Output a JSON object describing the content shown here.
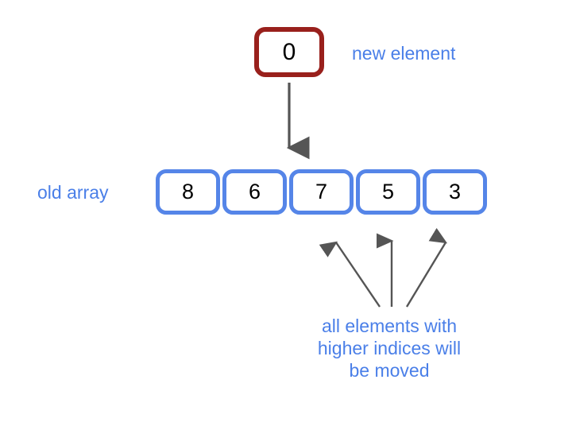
{
  "diagram": {
    "title_text_color": "#4a7fe8",
    "background": "#ffffff",
    "new_element": {
      "value": "0",
      "label": "new element",
      "border_color": "#99201c"
    },
    "old_array": {
      "label": "old array",
      "border_color": "#5585e8",
      "cells": [
        {
          "value": "8"
        },
        {
          "value": "6"
        },
        {
          "value": "7"
        },
        {
          "value": "5"
        },
        {
          "value": "3"
        }
      ]
    },
    "note": {
      "lines": [
        "all elements with",
        "higher indices will",
        "be moved"
      ],
      "color": "#4a7fe8"
    },
    "arrows": {
      "color": "#555555",
      "insert_arrow_name": "insertion-arrow",
      "shift_arrow_names": [
        "shift-arrow-index-2",
        "shift-arrow-index-3",
        "shift-arrow-index-4"
      ]
    }
  }
}
